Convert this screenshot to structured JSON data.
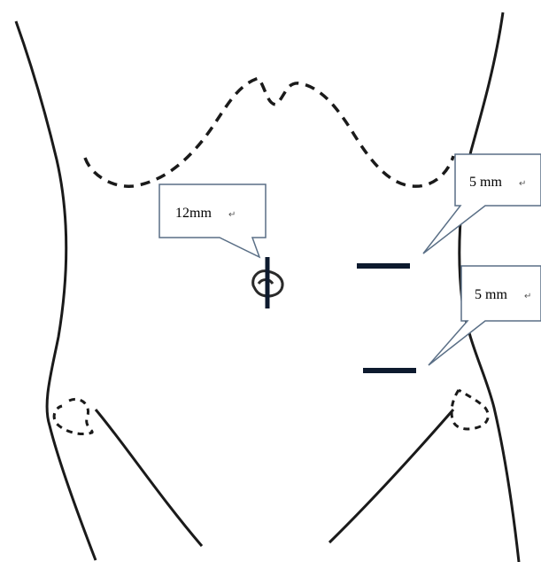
{
  "colors": {
    "outline": "#1a1a1a",
    "incision": "#0d1a2e",
    "callout_border": "#5a6f86",
    "callout_fill": "#ffffff"
  },
  "callouts": {
    "umbilical": {
      "label": "12mm",
      "return_mark": "↵"
    },
    "upper_port": {
      "label": "5 mm",
      "return_mark": "↵"
    },
    "lower_port": {
      "label": "5 mm",
      "return_mark": "↵"
    }
  }
}
